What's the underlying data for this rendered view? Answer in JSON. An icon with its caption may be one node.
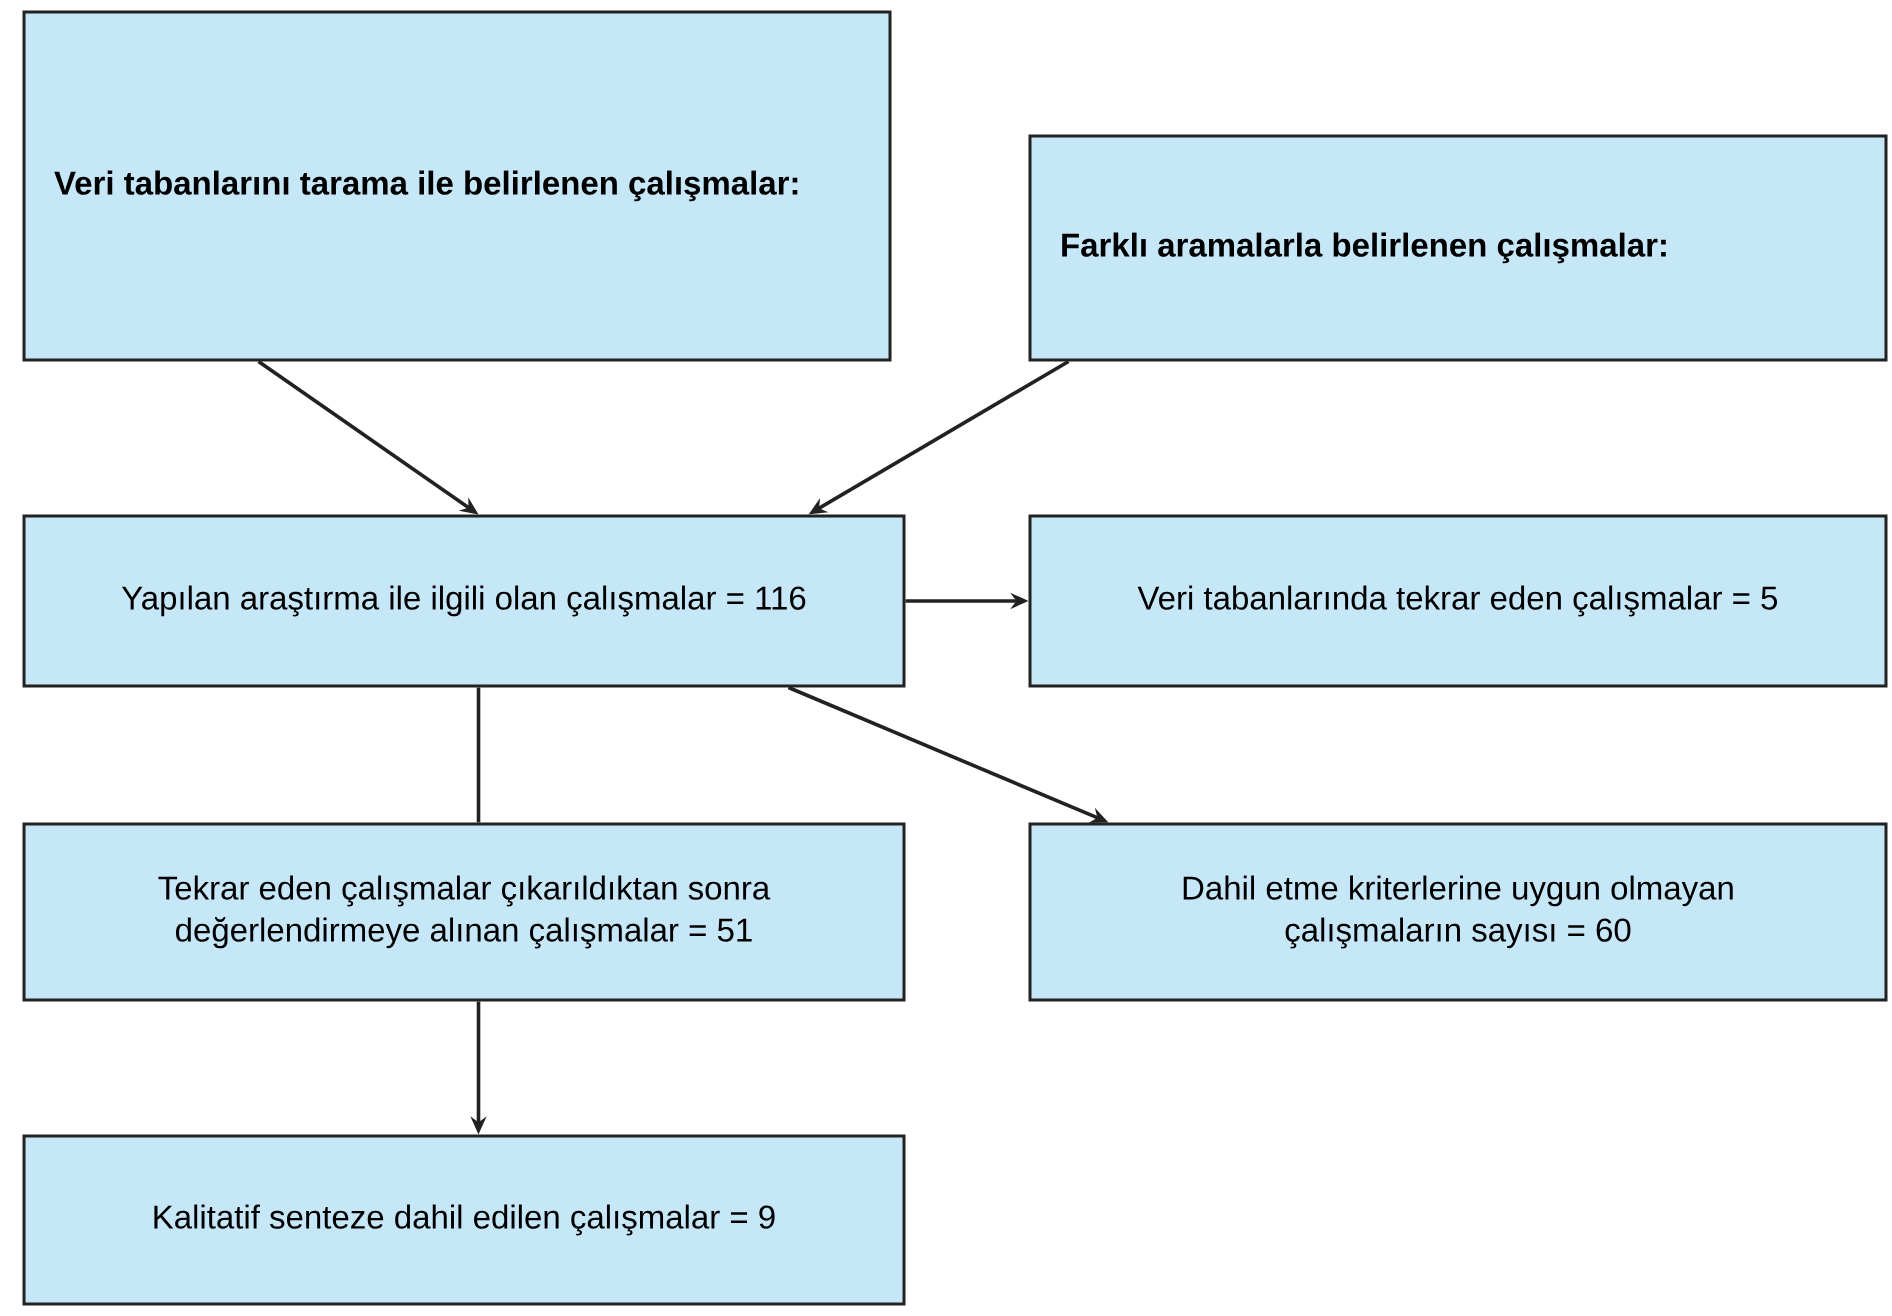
{
  "diagram": {
    "nodes": [
      {
        "text": [
          "Veri tabanlarını tarama ile belirlenen çalışmalar:"
        ]
      },
      {
        "text": [
          "Farklı aramalarla belirlenen çalışmalar:"
        ]
      },
      {
        "text": [
          "Yapılan araştırma ile ilgili olan çalışmalar = 116"
        ]
      },
      {
        "text": [
          "Veri tabanlarında tekrar eden çalışmalar = 5"
        ]
      },
      {
        "text": [
          "Tekrar eden çalışmalar çıkarıldıktan sonra değerlendirmeye alınan çalışmalar = 51"
        ]
      },
      {
        "text": [
          "Dahil etme kriterlerine uygun olmayan çalışmaların sayısı = 60"
        ]
      },
      {
        "text": [
          "Kalitatif senteze dahil edilen çalışmalar = 9"
        ]
      }
    ],
    "edges": [
      {
        "from": 0,
        "to": 2,
        "arrow": "to"
      },
      {
        "from": 1,
        "to": 2,
        "arrow": "to"
      },
      {
        "from": 2,
        "to": 3,
        "arrow": "to"
      },
      {
        "from": 2,
        "to": 5,
        "arrow": "to"
      },
      {
        "from": 2,
        "to": 4,
        "arrow": "none"
      },
      {
        "from": 4,
        "to": 6,
        "arrow": "to"
      }
    ]
  }
}
